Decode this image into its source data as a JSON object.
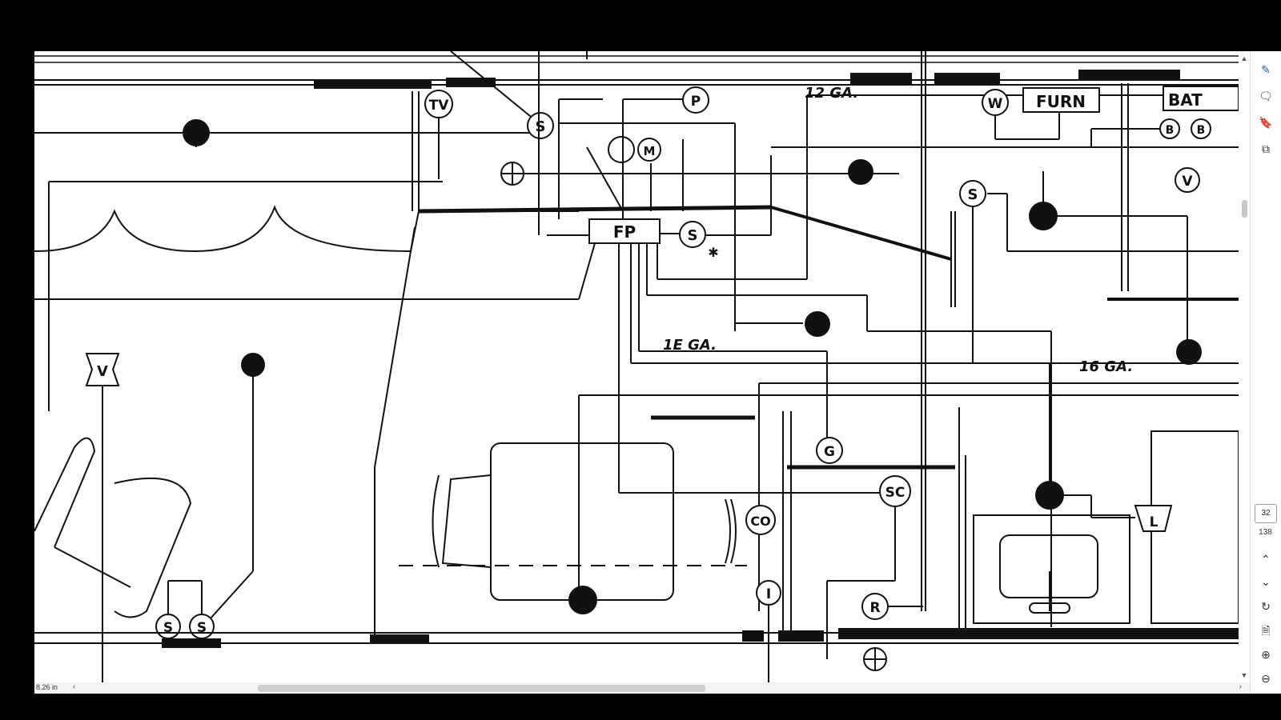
{
  "viewer": {
    "page_size_label": "8.26 in",
    "current_page": "32",
    "total_pages": "138"
  },
  "diagram": {
    "labels": {
      "tv": "TV",
      "p": "P",
      "s": "S",
      "m": "M",
      "fp": "FP",
      "w": "W",
      "furn": "FURN",
      "bat": "BAT",
      "b": "B",
      "v": "V",
      "ga12": "12 GA.",
      "ga16a": "1E GA.",
      "ga16b": "16 GA.",
      "g": "G",
      "sc": "SC",
      "co": "CO",
      "i": "I",
      "r": "R",
      "l": "L",
      "star": "✱"
    }
  },
  "toolbar": {
    "comment_icon": "🗨",
    "bookmark_icon": "🔖",
    "pages_icon": "⧉",
    "annot_icon": "✎",
    "up": "⌃",
    "down": "⌄",
    "rotate": "↻",
    "doc": "🗎",
    "zoom_in": "⊕",
    "zoom_out": "⊖"
  },
  "scroll": {
    "left": "‹",
    "right": "›",
    "up": "▲",
    "down": "▼"
  }
}
